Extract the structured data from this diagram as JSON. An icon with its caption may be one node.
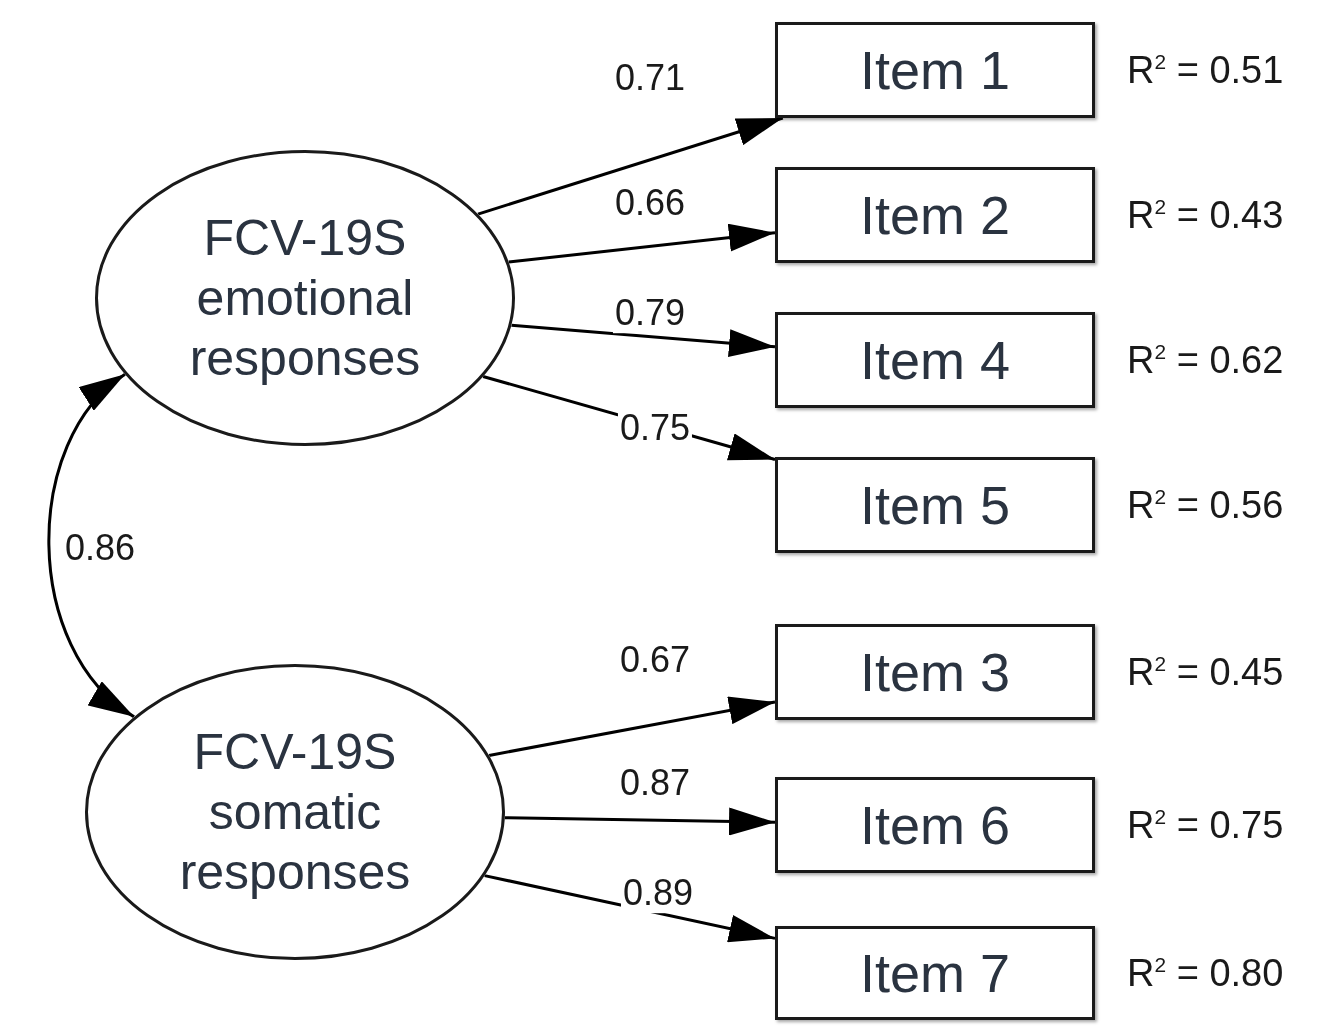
{
  "diagram": {
    "nodes": [
      {
        "text": [
          "FCV-19S emotional responses"
        ]
      },
      {
        "text": [
          "FCV-19S somatic responses"
        ]
      },
      {
        "text": [
          "Item 1"
        ],
        "beside": [
          "R$^{2}$ = 0.51"
        ]
      },
      {
        "text": [
          "Item 2"
        ],
        "beside": [
          "R$^{2}$ = 0.43"
        ]
      },
      {
        "text": [
          "Item 4"
        ],
        "beside": [
          "R$^{2}$ = 0.62"
        ]
      },
      {
        "text": [
          "Item 5"
        ],
        "beside": [
          "R$^{2}$ = 0.56"
        ]
      },
      {
        "text": [
          "Item 3"
        ],
        "beside": [
          "R$^{2}$ = 0.45"
        ]
      },
      {
        "text": [
          "Item 6"
        ],
        "beside": [
          "R$^{2}$ = 0.75"
        ]
      },
      {
        "text": [
          "Item 7"
        ],
        "beside": [
          "R$^{2}$ = 0.80"
        ]
      }
    ],
    "edges": [
      {
        "from": 0,
        "to": 2,
        "arrow": "to",
        "label": "0.71"
      },
      {
        "from": 0,
        "to": 3,
        "arrow": "to",
        "label": "0.66"
      },
      {
        "from": 0,
        "to": 4,
        "arrow": "to",
        "label": "0.79"
      },
      {
        "from": 0,
        "to": 5,
        "arrow": "to",
        "label": "0.75"
      },
      {
        "from": 1,
        "to": 6,
        "arrow": "to",
        "label": "0.67"
      },
      {
        "from": 1,
        "to": 7,
        "arrow": "to",
        "label": "0.87"
      },
      {
        "from": 1,
        "to": 8,
        "arrow": "to",
        "label": "0.89"
      },
      {
        "from": 0,
        "to": 1,
        "arrow": "both",
        "label": "0.86"
      }
    ]
  }
}
